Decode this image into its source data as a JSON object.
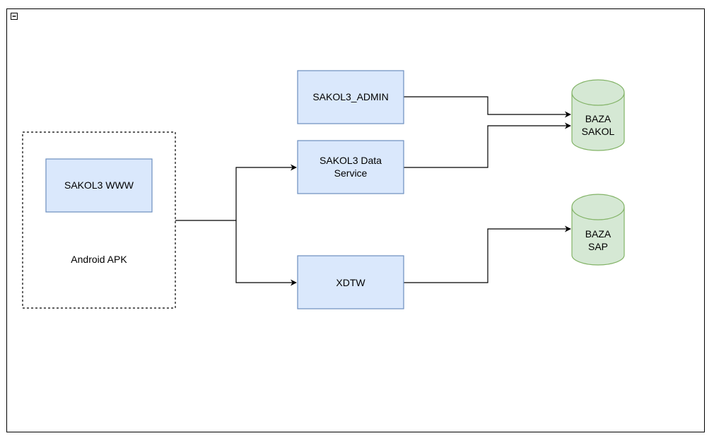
{
  "colors": {
    "box_fill": "#dae8fc",
    "box_stroke": "#6c8ebf",
    "db_fill": "#d5e8d4",
    "db_stroke": "#82b366",
    "line": "#000000",
    "frame": "#000000"
  },
  "nodes": {
    "admin": {
      "label": "SAKOL3_ADMIN"
    },
    "data_service": {
      "label_line1": "SAKOL3 Data",
      "label_line2": "Service"
    },
    "xdtw": {
      "label": "XDTW"
    },
    "www": {
      "label": "SAKOL3 WWW"
    },
    "apk_group": {
      "label": "Android APK"
    },
    "baza_sakol": {
      "label_line1": "BAZA",
      "label_line2": "SAKOL"
    },
    "baza_sap": {
      "label_line1": "BAZA",
      "label_line2": "SAP"
    }
  },
  "icons": {
    "collapse": "minus-square-icon"
  }
}
